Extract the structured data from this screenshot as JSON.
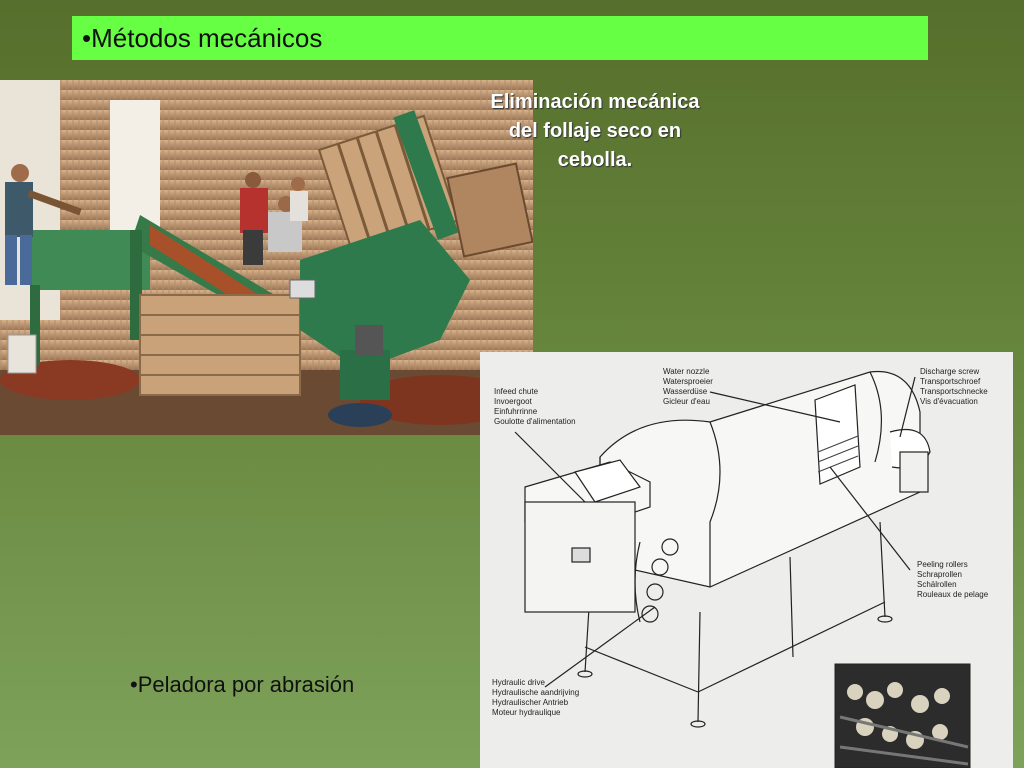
{
  "slide": {
    "title": "•Métodos mecánicos",
    "caption": {
      "line1": "Eliminación mecánica",
      "line2": "del follaje seco en",
      "line3": "cebolla."
    },
    "bullet": "•Peladora por abrasión"
  },
  "photo": {
    "subject": "workers-sorting-onions-with-machine"
  },
  "diagram": {
    "labels": {
      "water_nozzle": [
        "Water nozzle",
        "Watersproeier",
        "Wasserdüse",
        "Gicleur d'eau"
      ],
      "infeed_chute": [
        "Infeed chute",
        "Invoergoot",
        "Einfuhrrinne",
        "Goulotte d'alimentation"
      ],
      "discharge_screw": [
        "Discharge screw",
        "Transportschroef",
        "Transportschnecke",
        "Vis d'évacuation"
      ],
      "peeling_rollers": [
        "Peeling rollers",
        "Schraprollen",
        "Schälrollen",
        "Rouleaux de pelage"
      ],
      "hydraulic_drive": [
        "Hydraulic drive",
        "Hydraulische aandrijving",
        "Hydraulischer Antrieb",
        "Moteur hydraulique"
      ]
    }
  },
  "colors": {
    "title_bg": "#66ff44",
    "background_top": "#566f2c",
    "background_bottom": "#7ea25a"
  }
}
